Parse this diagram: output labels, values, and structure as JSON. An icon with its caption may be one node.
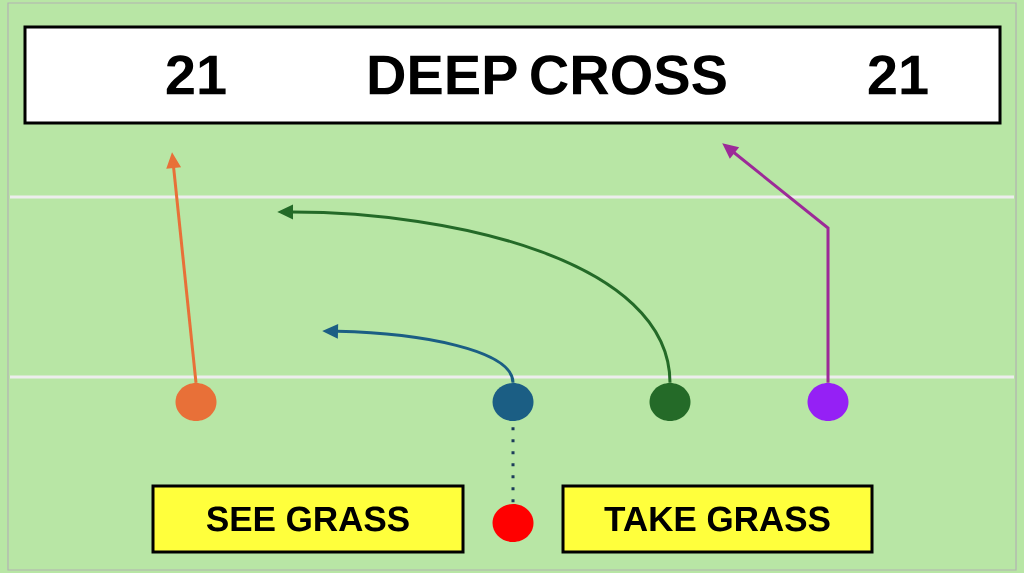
{
  "diagram": {
    "nodes": [
      {
        "text": [
          "21",
          "DEEP CROSS",
          "21"
        ]
      },
      {
        "text": [
          "SEE GRASS"
        ]
      },
      {
        "text": [
          "TAKE GRASS"
        ]
      },
      {
        "text": [],
        "shape": "circle"
      },
      {
        "text": [],
        "shape": "circle"
      },
      {
        "text": [],
        "shape": "circle"
      },
      {
        "text": [],
        "shape": "circle"
      },
      {
        "text": [],
        "shape": "circle"
      }
    ],
    "edges": [
      {
        "from": 3,
        "to": null,
        "arrow": "to",
        "color": "#e87038"
      },
      {
        "from": 4,
        "to": null,
        "arrow": "to",
        "color": "#1b5e84"
      },
      {
        "from": 5,
        "to": null,
        "arrow": "to",
        "color": "#246a28"
      },
      {
        "from": 6,
        "to": null,
        "arrow": "to",
        "color": "#9c2a98"
      },
      {
        "from": 4,
        "to": 7,
        "arrow": "none",
        "style": "dashed",
        "color": "#1c3c5a"
      }
    ]
  }
}
